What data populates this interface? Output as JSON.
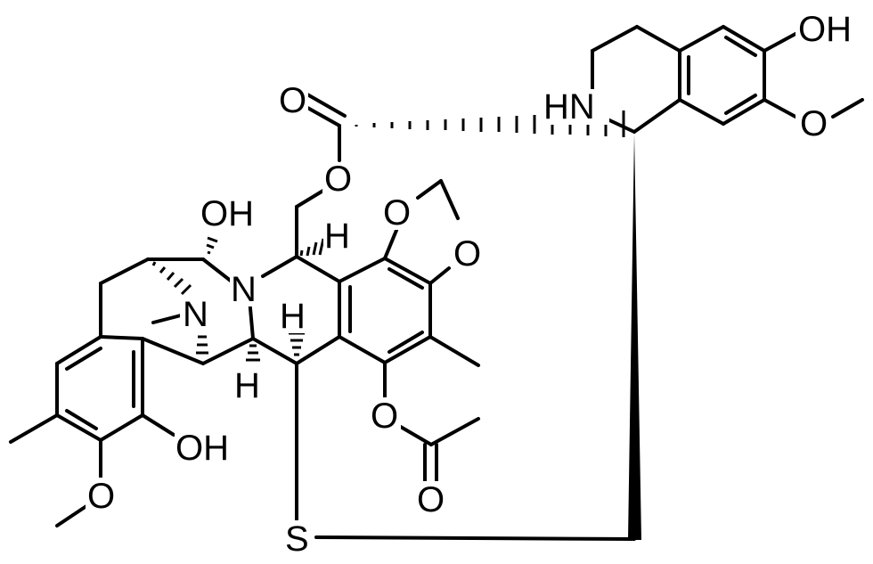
{
  "structure": {
    "atoms": [
      {
        "id": "oh-top-right",
        "text": "OH"
      },
      {
        "id": "o-methoxy-top-right",
        "text": "O"
      },
      {
        "id": "hn-isoquinoline",
        "text": "HN"
      },
      {
        "id": "o-carbonyl",
        "text": "O"
      },
      {
        "id": "o-ester",
        "text": "O"
      },
      {
        "id": "oh-bridge",
        "text": "OH"
      },
      {
        "id": "h-upper",
        "text": "H"
      },
      {
        "id": "o-dioxole-upper",
        "text": "O"
      },
      {
        "id": "o-dioxole-lower",
        "text": "O"
      },
      {
        "id": "n-main",
        "text": "N"
      },
      {
        "id": "n-methyl",
        "text": "N"
      },
      {
        "id": "h-middle",
        "text": "H"
      },
      {
        "id": "h-lower",
        "text": "H"
      },
      {
        "id": "oh-phenol",
        "text": "OH"
      },
      {
        "id": "o-acetate",
        "text": "O"
      },
      {
        "id": "o-acetate-carbonyl",
        "text": "O"
      },
      {
        "id": "o-methoxy-bottom-left",
        "text": "O"
      },
      {
        "id": "s-thioether",
        "text": "S"
      }
    ],
    "colors": {
      "bond": "#000000",
      "background": "#ffffff"
    }
  }
}
